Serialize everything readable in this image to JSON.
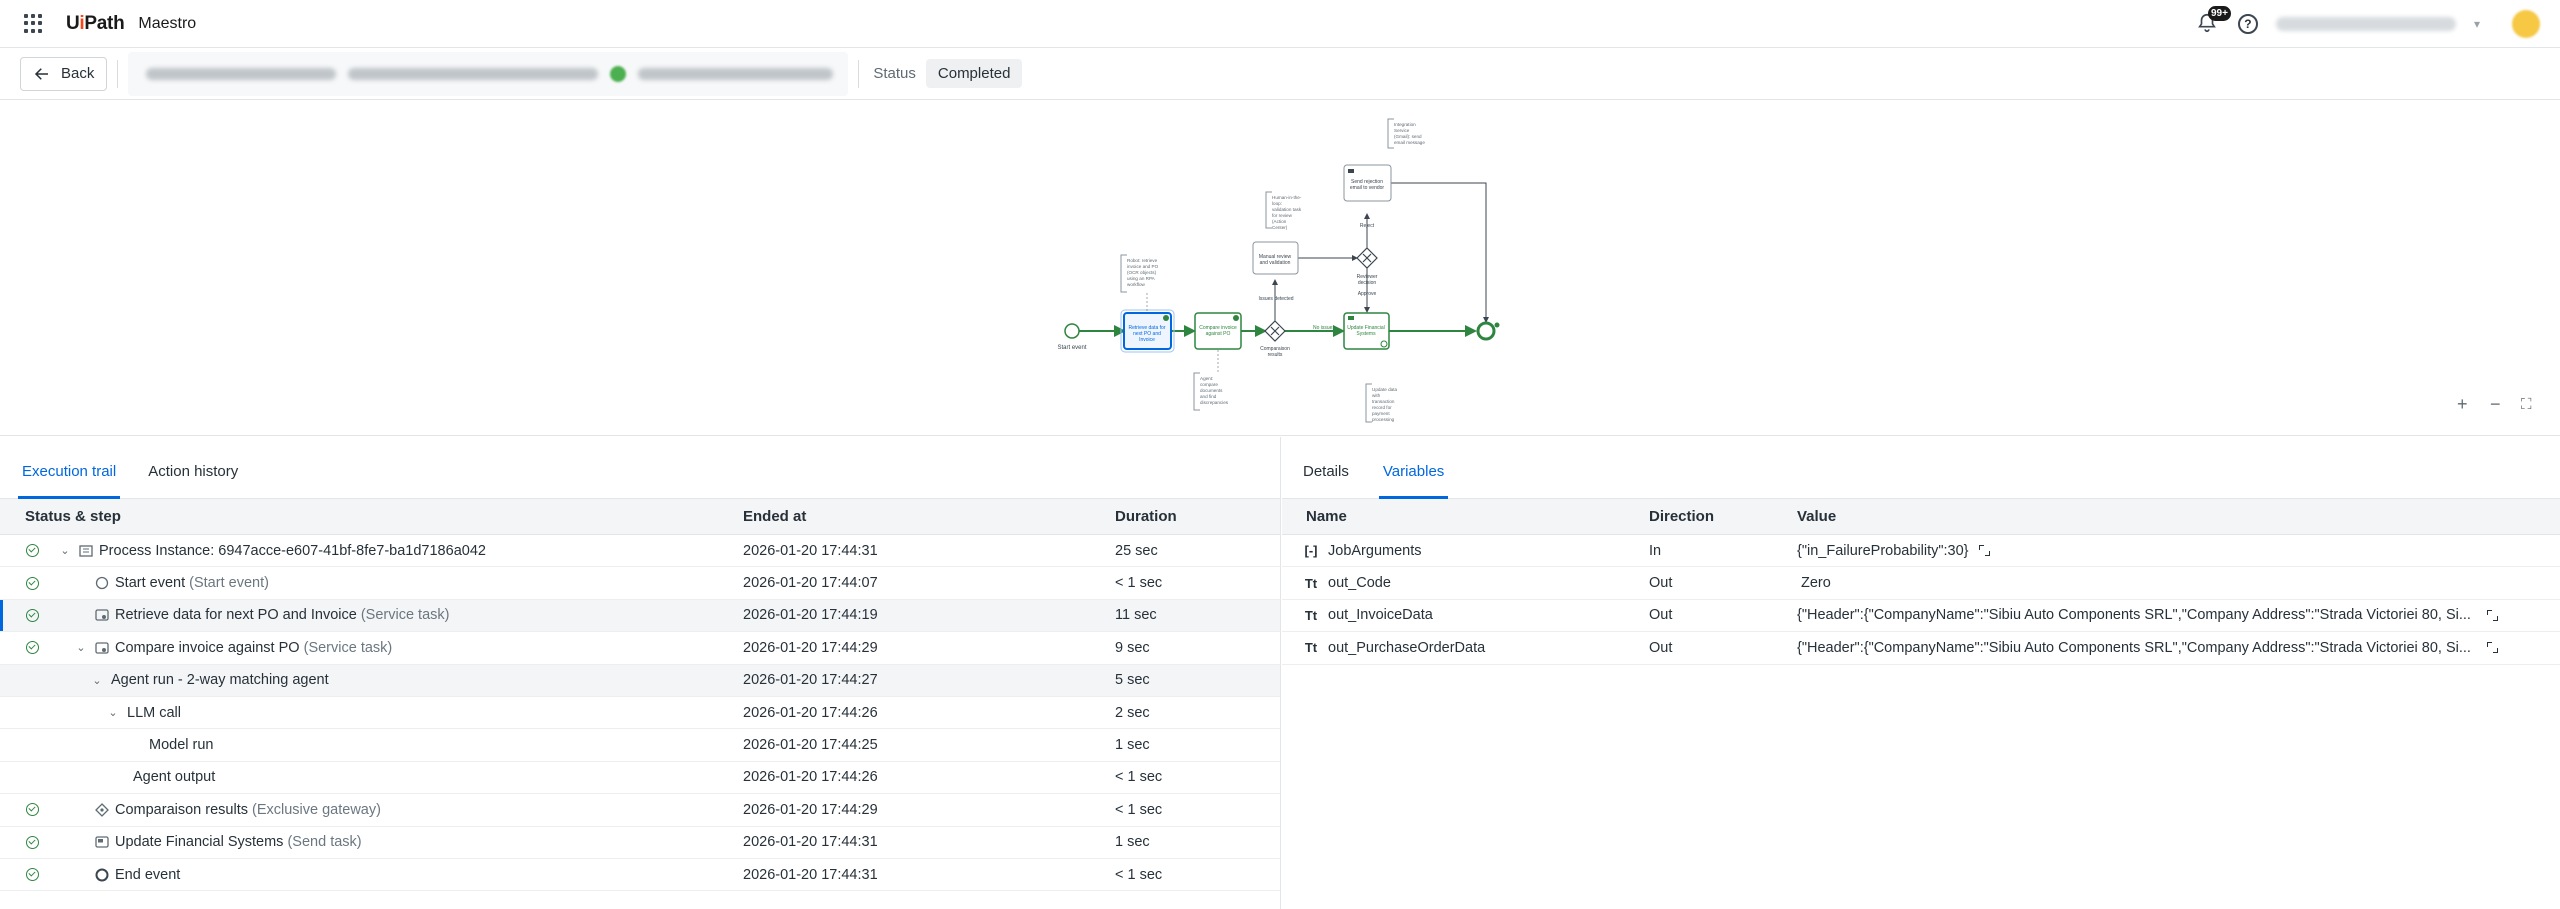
{
  "header": {
    "brand": "UiPath",
    "product": "Maestro",
    "notifications_badge": "99+",
    "help_symbol": "?"
  },
  "toolbar": {
    "back_label": "Back",
    "status_label": "Status",
    "status_value": "Completed"
  },
  "diagram": {
    "start_label": "Start event",
    "retrieve_label": "Retrieve data for next PO and Invoice",
    "compare_label": "Compare invoice against PO",
    "gateway_label": "Comparaison results",
    "manual_label": "Manual review and validation",
    "reviewer_gateway_label": "Reviewer decision",
    "rejection_label": "Send rejection email to vendor",
    "update_label": "Update Financial Systems",
    "note_retrieve": "Robot: retrieve invoice and PO (OCR objects) using an RPA workflow",
    "note_compare": "Agent: compare documents and find discrepancies",
    "note_manual": "Human-in-the-loop: validation task for review (Action Center)",
    "note_rejection": "Integration Service (Gmail): send email message",
    "note_update": "Update data with transaction record for payment processing",
    "edge_issues": "Issues detected",
    "edge_nodiscrepancy": "No issues",
    "edge_reject": "Reject",
    "edge_approve": "Approve"
  },
  "left_tabs": [
    "Execution trail",
    "Action history"
  ],
  "trail_columns": [
    "Status & step",
    "Ended at",
    "Duration"
  ],
  "trail_rows": [
    {
      "name": "Process Instance: 6947acce-e607-41bf-8fe7-ba1d7186a042",
      "type": "",
      "ended": "2026-01-20 17:44:31",
      "duration": "25 sec"
    },
    {
      "name": "Start event",
      "type": "(Start event)",
      "ended": "2026-01-20 17:44:07",
      "duration": "< 1 sec"
    },
    {
      "name": "Retrieve data for next PO and Invoice",
      "type": "(Service task)",
      "ended": "2026-01-20 17:44:19",
      "duration": "11 sec"
    },
    {
      "name": "Compare invoice against PO",
      "type": "(Service task)",
      "ended": "2026-01-20 17:44:29",
      "duration": "9 sec"
    },
    {
      "name": "Agent run - 2-way matching agent",
      "type": "",
      "ended": "2026-01-20 17:44:27",
      "duration": "5 sec"
    },
    {
      "name": "LLM call",
      "type": "",
      "ended": "2026-01-20 17:44:26",
      "duration": "2 sec"
    },
    {
      "name": "Model run",
      "type": "",
      "ended": "2026-01-20 17:44:25",
      "duration": "1 sec"
    },
    {
      "name": "Agent output",
      "type": "",
      "ended": "2026-01-20 17:44:26",
      "duration": "< 1 sec"
    },
    {
      "name": "Comparaison results",
      "type": "(Exclusive gateway)",
      "ended": "2026-01-20 17:44:29",
      "duration": "< 1 sec"
    },
    {
      "name": "Update Financial Systems",
      "type": "(Send task)",
      "ended": "2026-01-20 17:44:31",
      "duration": "1 sec"
    },
    {
      "name": "End event",
      "type": "",
      "ended": "2026-01-20 17:44:31",
      "duration": "< 1 sec"
    }
  ],
  "right_tabs": [
    "Details",
    "Variables"
  ],
  "var_columns": [
    "Name",
    "Direction",
    "Value"
  ],
  "variables": [
    {
      "type": "[-]",
      "name": "JobArguments",
      "direction": "In",
      "value": "{\"in_FailureProbability\":30}"
    },
    {
      "type": "Tt",
      "name": "out_Code",
      "direction": "Out",
      "value": "Zero"
    },
    {
      "type": "Tt",
      "name": "out_InvoiceData",
      "direction": "Out",
      "value": "{\"Header\":{\"CompanyName\":\"Sibiu Auto Components SRL\",\"Company Address\":\"Strada Victoriei 80, Si..."
    },
    {
      "type": "Tt",
      "name": "out_PurchaseOrderData",
      "direction": "Out",
      "value": "{\"Header\":{\"CompanyName\":\"Sibiu Auto Components SRL\",\"Company Address\":\"Strada Victoriei 80, Si..."
    }
  ]
}
